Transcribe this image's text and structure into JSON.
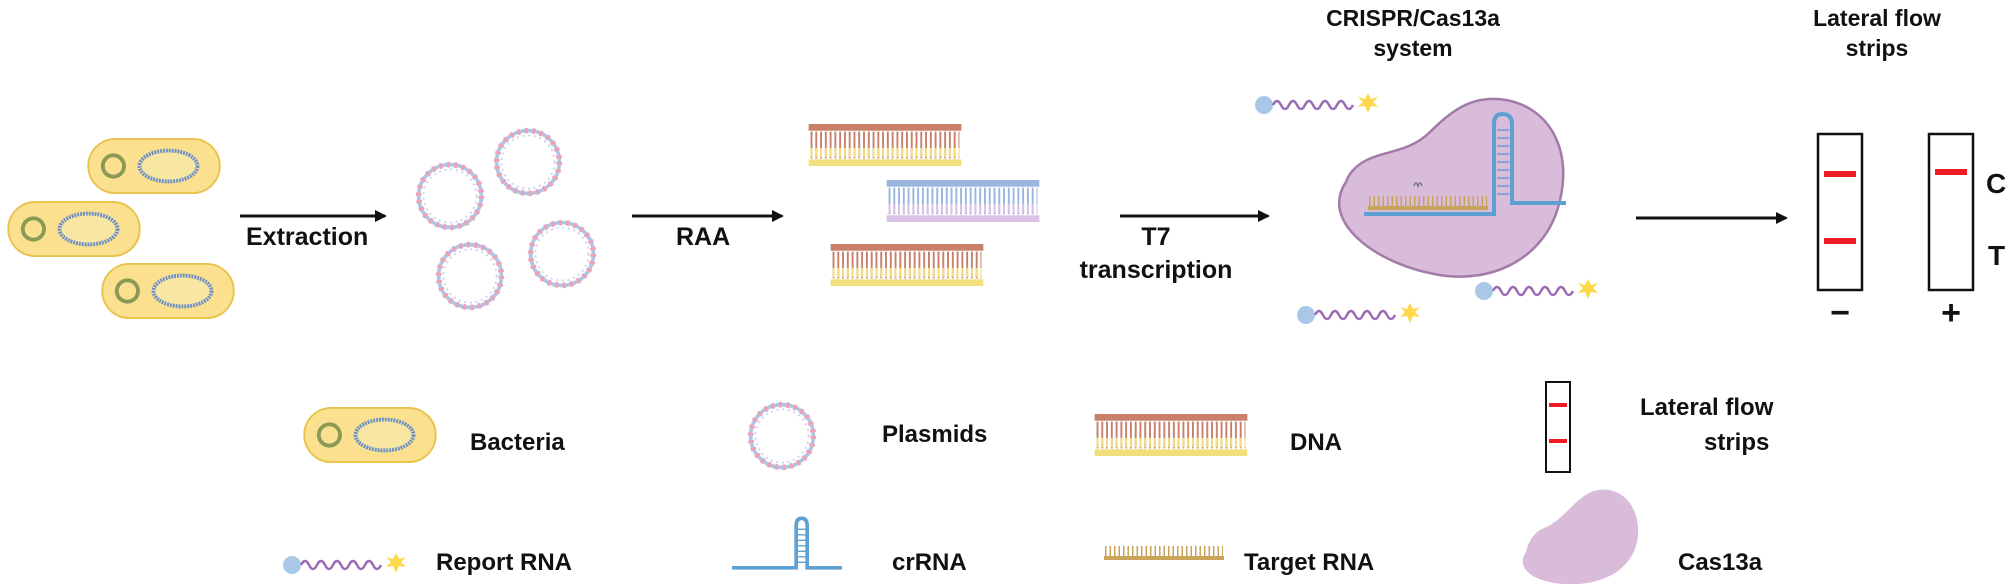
{
  "steps": {
    "extraction": "Extraction",
    "raa": "RAA",
    "t7_line1": "T7",
    "t7_line2": "transcription"
  },
  "stages": {
    "crispr_line1": "CRISPR/Cas13a",
    "crispr_line2": "system",
    "lfs_line1": "Lateral flow",
    "lfs_line2": "strips"
  },
  "strips": {
    "control_line": "C",
    "test_line": "T",
    "negative": "−",
    "positive": "+"
  },
  "legend": {
    "bacteria": "Bacteria",
    "plasmids": "Plasmids",
    "dna": "DNA",
    "lfs_line1": "Lateral flow",
    "lfs_line2": "strips",
    "report_rna": "Report RNA",
    "crrna": "crRNA",
    "target_rna": "Target RNA",
    "cas13a": "Cas13a"
  },
  "colors": {
    "bacteria_fill": "#fbe18f",
    "bacteria_stroke": "#e8c24d",
    "chromosome": "#6d8fc8",
    "plasmid_ring": "#b0c4e4",
    "plasmid_dot": "#f0a0b4",
    "dna_top": "#c8806a",
    "dna_bottom": "#f3de7e",
    "dna_blue": "#9ab6e0",
    "dna_lilac": "#d9c2e6",
    "cas13a": "#d8bcd9",
    "cas13a_stroke": "#a27ba8",
    "crrna": "#5ea0d2",
    "target_rna": "#c8a35a",
    "report_rna": "#9a6ab4",
    "reporter_dot": "#a9c8e8",
    "star": "#ffd84a",
    "strip_line": "#ee1c25"
  }
}
